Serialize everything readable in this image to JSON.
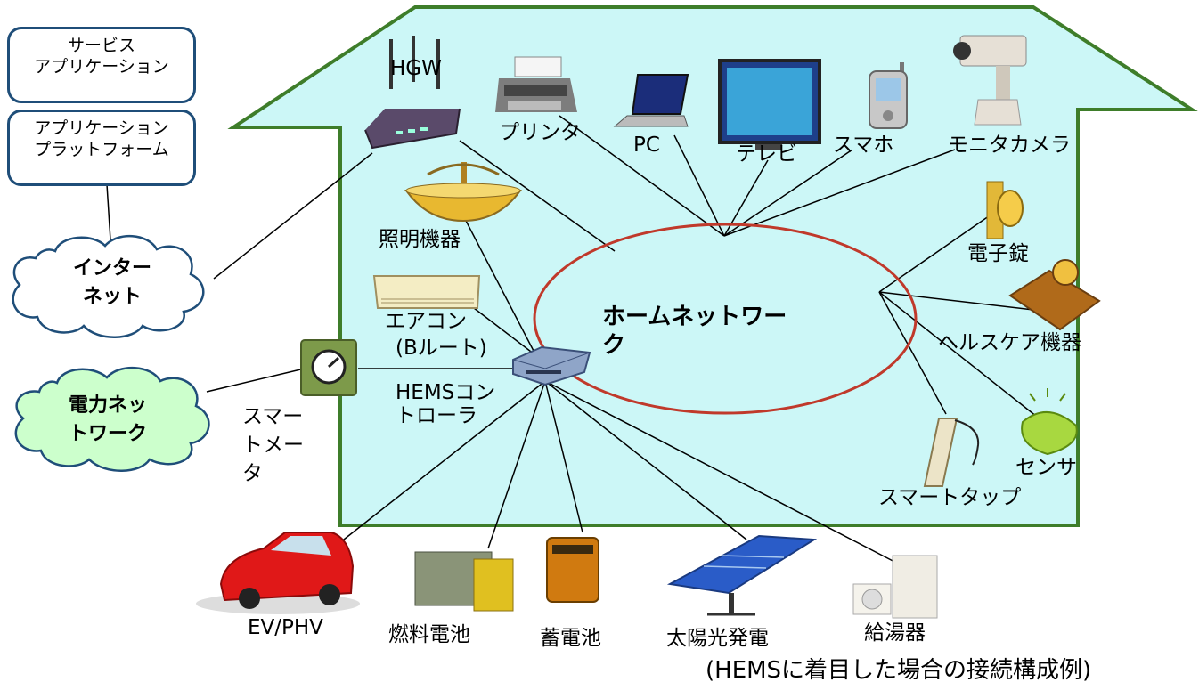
{
  "left_panel": {
    "service_box": [
      "サービス",
      "アプリケーション"
    ],
    "platform_box": [
      "アプリケーション",
      "プラットフォーム"
    ],
    "internet_cloud": [
      "インター",
      "ネット"
    ],
    "power_cloud": [
      "電力ネッ",
      "トワーク"
    ]
  },
  "center": {
    "home_network": [
      "ホームネットワー",
      "ク"
    ]
  },
  "devices": {
    "hgw": "HGW",
    "printer": "プリンタ",
    "pc": "PC",
    "tv": "テレビ",
    "smartphone": "スマホ",
    "camera": "モニタカメラ",
    "lighting": "照明機器",
    "aircon": "エアコン",
    "b_route": "(Bルート)",
    "hems": [
      "HEMSコン",
      "トローラ"
    ],
    "smart_meter": [
      "スマー",
      "トメー",
      "タ"
    ],
    "lock": "電子錠",
    "health": "ヘルスケア機器",
    "smart_tap": "スマートタップ",
    "sensor": "センサ",
    "ev": "EV/PHV",
    "fuel_cell": "燃料電池",
    "battery": "蓄電池",
    "solar": "太陽光発電",
    "water_heater": "給湯器"
  },
  "caption": "(HEMSに着目した場合の接続構成例)",
  "colors": {
    "house_fill": "#ccf7f7",
    "house_stroke": "#3e7d2a",
    "network_ring": "#c0392b",
    "internet_cloud_fill": "#ffffff",
    "power_cloud_fill": "#ccffcc",
    "cloud_stroke": "#1f4e79",
    "box_stroke": "#1f4e79"
  }
}
